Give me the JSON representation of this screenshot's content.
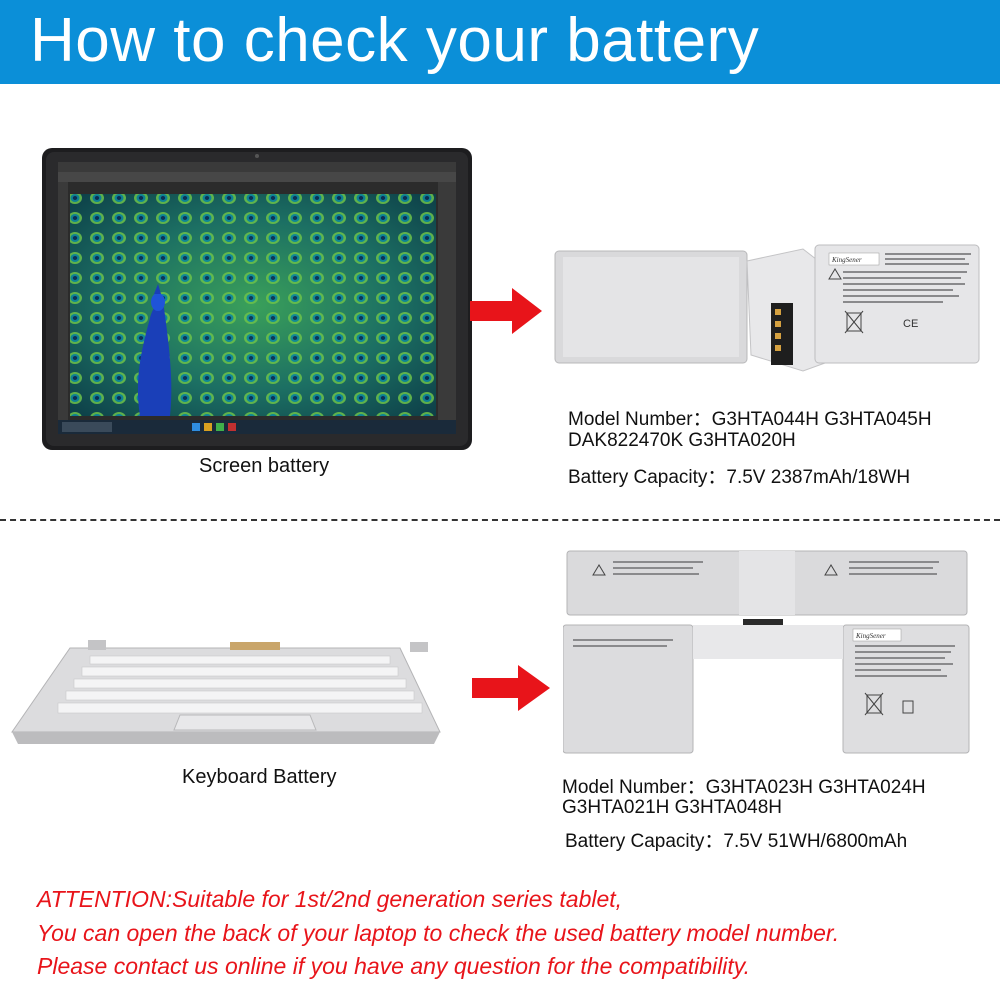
{
  "header": {
    "title": "How to check your battery"
  },
  "screen_section": {
    "caption": "Screen battery",
    "model_line1": "Model Number：G3HTA044H  G3HTA045H",
    "model_line2": "DAK822470K  G3HTA020H",
    "capacity": "Battery Capacity：7.5V 2387mAh/18WH",
    "brand_label": "KingSener"
  },
  "keyboard_section": {
    "caption": "Keyboard Battery",
    "model_line1": "Model Number：G3HTA023H  G3HTA024H",
    "model_line2": "G3HTA021H  G3HTA048H",
    "capacity": "Battery Capacity：7.5V 51WH/6800mAh",
    "brand_label": "KingSener"
  },
  "attention": {
    "line1": "ATTENTION:Suitable for 1st/2nd generation series tablet,",
    "line2": "You can open the back of your laptop to check the used battery model number.",
    "line3": "Please contact us online if you have any question for the compatibility."
  },
  "colors": {
    "header_bg": "#0b8fd8",
    "arrow": "#e8141a",
    "attention_text": "#e8141a"
  }
}
